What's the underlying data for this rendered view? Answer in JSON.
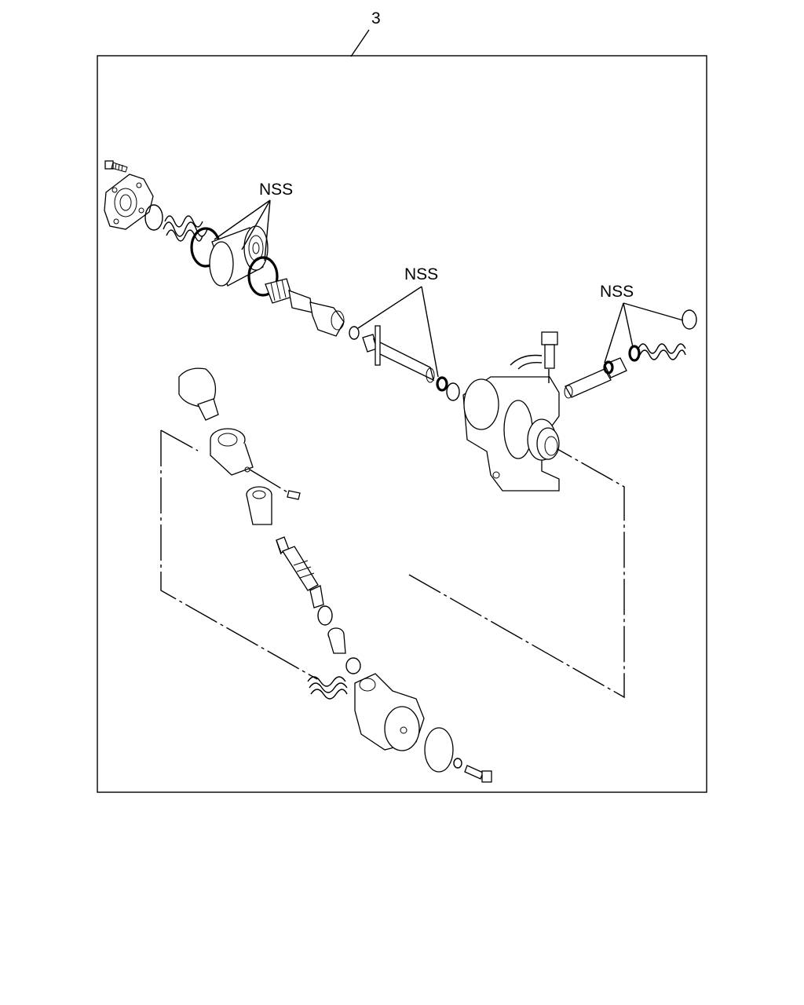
{
  "diagram": {
    "item_number": "3",
    "callouts": [
      {
        "label": "NSS"
      },
      {
        "label": "NSS"
      },
      {
        "label": "NSS"
      }
    ]
  }
}
